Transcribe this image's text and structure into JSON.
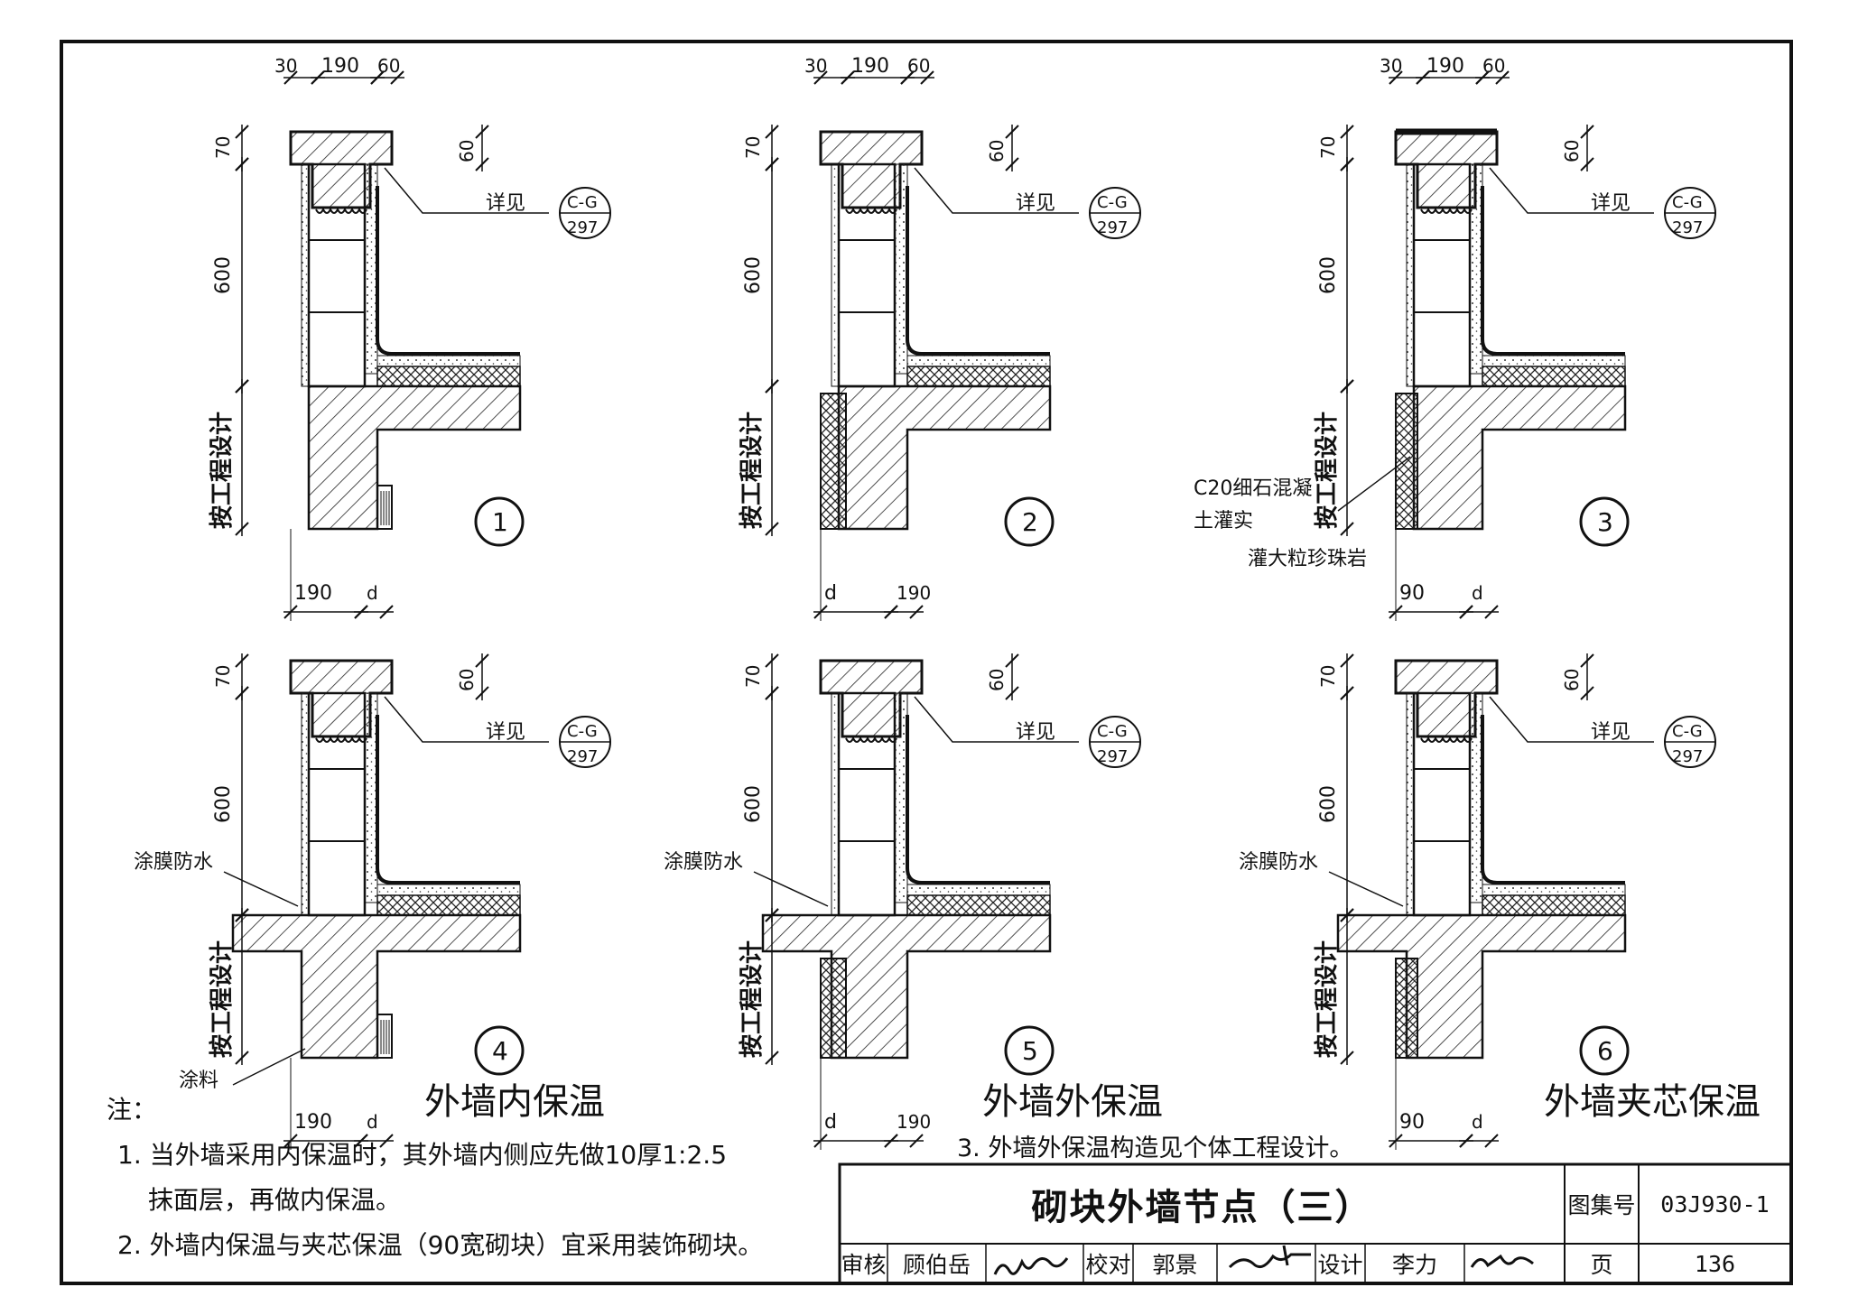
{
  "details": [
    {
      "number": "1",
      "dims_top": [
        "30",
        "190",
        "60"
      ],
      "dims_side": [
        "70",
        "60",
        "600"
      ],
      "dims_bottom": [
        "190",
        "d"
      ],
      "side_label": "按工程设计",
      "ref_text": "详见",
      "ref_top": "C-G",
      "ref_bottom": "297",
      "annotations": []
    },
    {
      "number": "2",
      "dims_top": [
        "30",
        "190",
        "60"
      ],
      "dims_side": [
        "70",
        "60",
        "600"
      ],
      "dims_bottom": [
        "d",
        "190"
      ],
      "side_label": "按工程设计",
      "ref_text": "详见",
      "ref_top": "C-G",
      "ref_bottom": "297",
      "annotations": []
    },
    {
      "number": "3",
      "dims_top": [
        "30",
        "190",
        "60"
      ],
      "dims_side": [
        "70",
        "60",
        "600"
      ],
      "dims_bottom": [
        "90",
        "d"
      ],
      "side_label": "按工程设计",
      "ref_text": "详见",
      "ref_top": "C-G",
      "ref_bottom": "297",
      "annotations": [
        "C20细石混凝",
        "土灌实",
        "灌大粒珍珠岩"
      ]
    },
    {
      "number": "4",
      "dims_top": [],
      "dims_side": [
        "70",
        "60",
        "600"
      ],
      "dims_bottom": [
        "190",
        "d"
      ],
      "side_label": "按工程设计",
      "ref_text": "详见",
      "ref_top": "C-G",
      "ref_bottom": "297",
      "annotations": [
        "涂膜防水",
        "涂料"
      ]
    },
    {
      "number": "5",
      "dims_top": [],
      "dims_side": [
        "70",
        "60",
        "600"
      ],
      "dims_bottom": [
        "d",
        "190"
      ],
      "side_label": "按工程设计",
      "ref_text": "详见",
      "ref_top": "C-G",
      "ref_bottom": "297",
      "annotations": [
        "涂膜防水"
      ]
    },
    {
      "number": "6",
      "dims_top": [],
      "dims_side": [
        "70",
        "60",
        "600"
      ],
      "dims_bottom": [
        "90",
        "d"
      ],
      "side_label": "按工程设计",
      "ref_text": "详见",
      "ref_top": "C-G",
      "ref_bottom": "297",
      "annotations": [
        "涂膜防水"
      ]
    }
  ],
  "section_titles": [
    "外墙内保温",
    "外墙外保温",
    "外墙夹芯保温"
  ],
  "notes": {
    "heading": "注：",
    "line1": "1. 当外墙采用内保温时，其外墙内侧应先做10厚1:2.5",
    "line1b": "抹面层，再做内保温。",
    "line2": "2. 外墙内保温与夹芯保温（90宽砌块）宜采用装饰砌块。",
    "line3": "3. 外墙外保温构造见个体工程设计。"
  },
  "title_block": {
    "title": "砌块外墙节点（三）",
    "atlas_label": "图集号",
    "atlas_no": "03J930-1",
    "review_label": "审核",
    "reviewer": "顾伯岳",
    "check_label": "校对",
    "checker": "郭景",
    "design_label": "设计",
    "designer": "李力",
    "page_label": "页",
    "page_no": "136"
  }
}
